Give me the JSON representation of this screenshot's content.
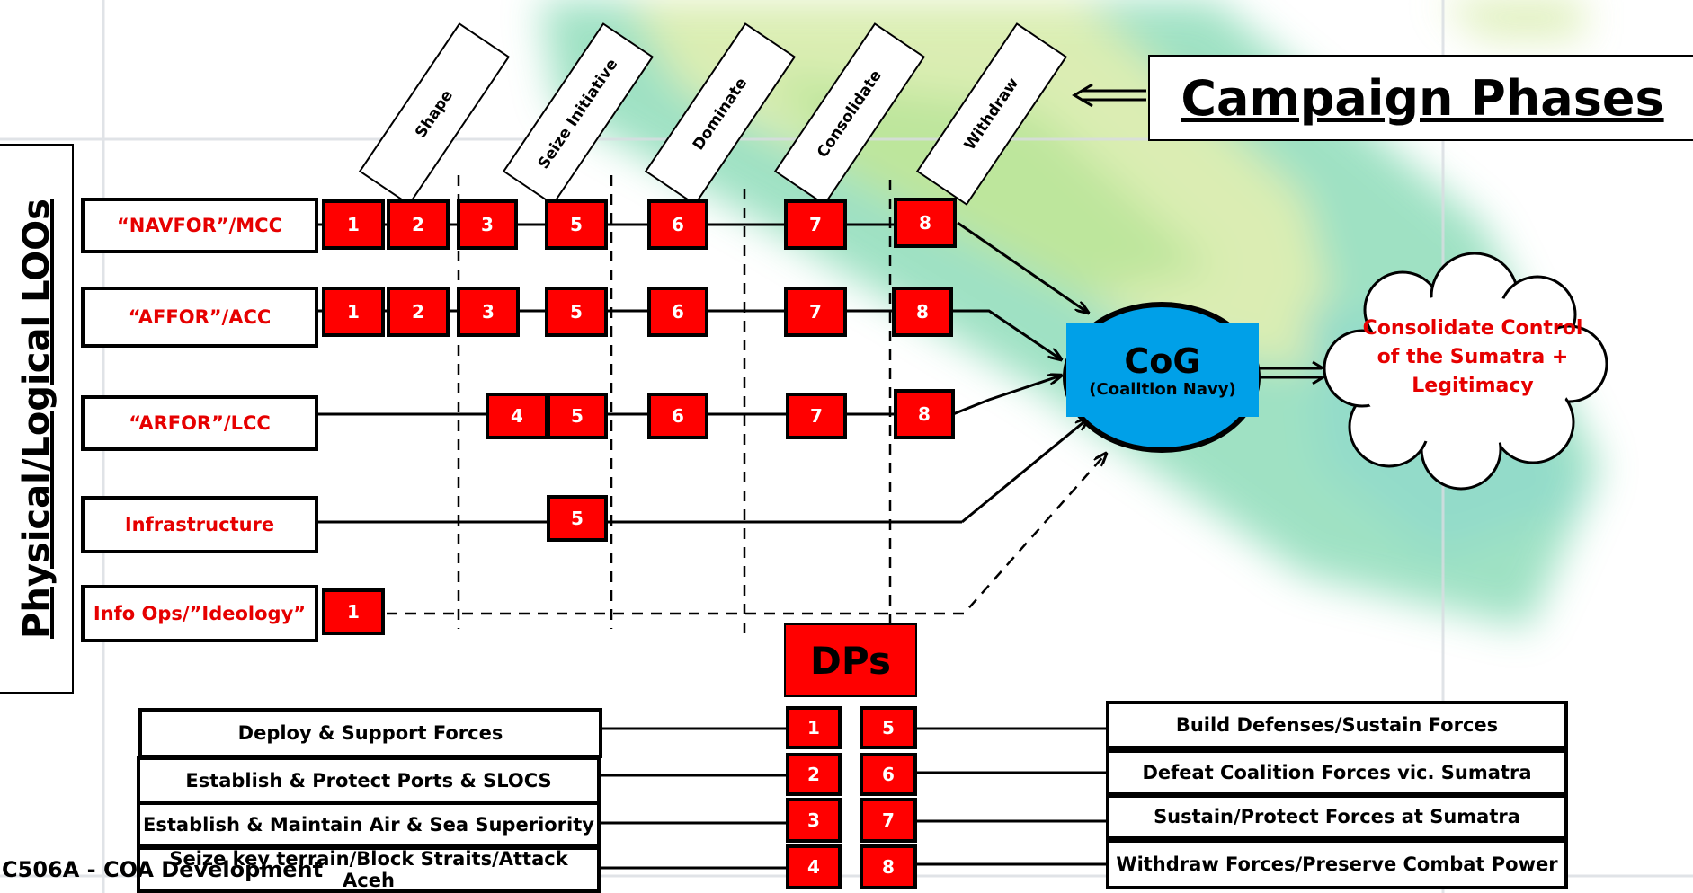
{
  "title": "Campaign Phases",
  "side_title": "Physical/Logical LOOs",
  "phases": [
    "Shape",
    "Seize Initiative",
    "Dominate",
    "Consolidate",
    "Withdraw"
  ],
  "lines_of_operation": [
    {
      "label": "“NAVFOR”/MCC",
      "points": [
        "1",
        "2",
        "3",
        "5",
        "6",
        "7",
        "8"
      ]
    },
    {
      "label": "“AFFOR”/ACC",
      "points": [
        "1",
        "2",
        "3",
        "5",
        "6",
        "7",
        "8"
      ]
    },
    {
      "label": "“ARFOR”/LCC",
      "points": [
        "4",
        "5",
        "6",
        "7",
        "8"
      ]
    },
    {
      "label": "Infrastructure",
      "points": [
        "5"
      ]
    },
    {
      "label": "Info Ops/”Ideology”",
      "points": [
        "1"
      ]
    }
  ],
  "cog": {
    "title": "CoG",
    "subtitle": "(Coalition Navy)"
  },
  "end_state": "Consolidate Control of the Sumatra + Legitimacy",
  "decisive_points_title": "DPs",
  "decisive_points": [
    {
      "number": "1",
      "label": "Deploy & Support Forces"
    },
    {
      "number": "2",
      "label": "Establish & Protect Ports & SLOCS"
    },
    {
      "number": "3",
      "label": "Establish & Maintain Air & Sea Superiority"
    },
    {
      "number": "4",
      "label": "Seize key terrain/Block Straits/Attack Aceh"
    },
    {
      "number": "5",
      "label": "Build Defenses/Sustain Forces"
    },
    {
      "number": "6",
      "label": "Defeat Coalition Forces vic. Sumatra"
    },
    {
      "number": "7",
      "label": "Sustain/Protect Forces at Sumatra"
    },
    {
      "number": "8",
      "label": "Withdraw  Forces/Preserve Combat Power"
    }
  ],
  "footer": "C506A - COA Development",
  "colors": {
    "dp_fill": "#ff0000",
    "loo_text": "#e60000",
    "cog_fill": "#00a0e8"
  }
}
